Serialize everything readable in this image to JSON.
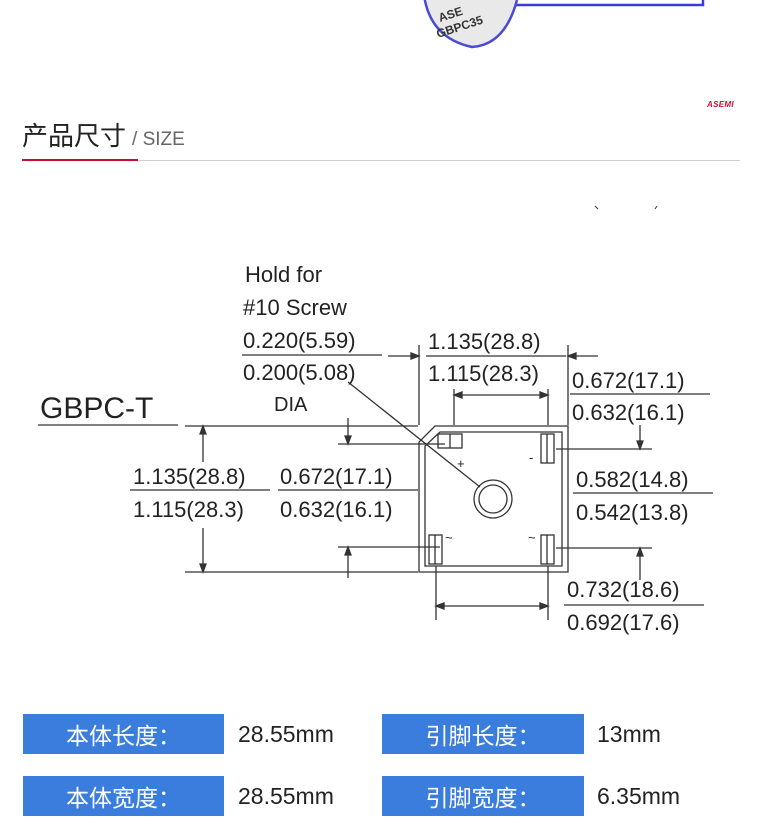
{
  "header": {
    "chip_text_1": "ASE",
    "chip_text_2": "GBPC35",
    "brand": "ASEMI"
  },
  "section": {
    "title": "产品尺寸",
    "subtitle": "/ SIZE"
  },
  "drawing": {
    "model": "GBPC-T",
    "hole_note_1": "Hold for",
    "hole_note_2": "#10 Screw",
    "hole_dia_max": "0.220(5.59)",
    "hole_dia_min": "0.200(5.08)",
    "hole_dia_unit": "DIA",
    "width_max": "1.135(28.8)",
    "width_min": "1.115(28.3)",
    "height_max": "1.135(28.8)",
    "height_min": "1.115(28.3)",
    "hole_x_max": "0.672(17.1)",
    "hole_x_min": "0.632(16.1)",
    "hole_y_max": "0.672(17.1)",
    "hole_y_min": "0.632(16.1)",
    "pin_v_max": "0.582(14.8)",
    "pin_v_min": "0.542(13.8)",
    "pin_h_max": "0.732(18.6)",
    "pin_h_min": "0.692(17.6)",
    "pin_plus": "+",
    "pin_minus": "-",
    "pin_ac1": "~",
    "pin_ac2": "~"
  },
  "specs": [
    {
      "label": "本体长度：",
      "value": "28.55mm"
    },
    {
      "label": "引脚长度：",
      "value": "13mm"
    },
    {
      "label": "本体宽度：",
      "value": "28.55mm"
    },
    {
      "label": "引脚宽度：",
      "value": "6.35mm"
    }
  ],
  "colors": {
    "accent_blue": "#3b7ddd",
    "brand_red": "#c8102e",
    "chip_outline": "#3b3bd6"
  }
}
